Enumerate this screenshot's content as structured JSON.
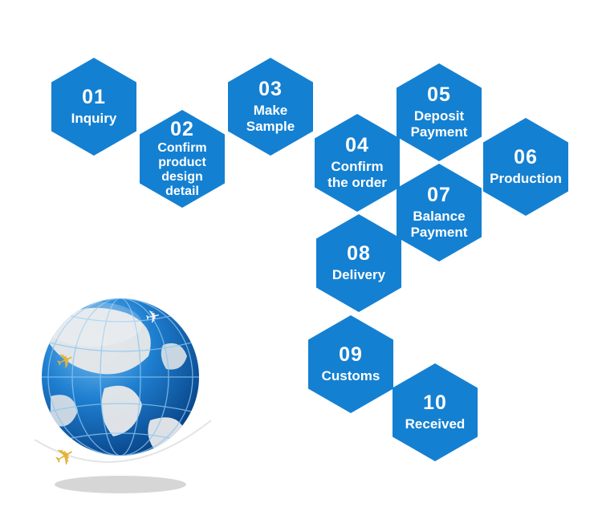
{
  "diagram": {
    "accent_color": "#1480d2",
    "steps": [
      {
        "number": "01",
        "label": "Inquiry"
      },
      {
        "number": "02",
        "label": "Confirm\nproduct\ndesign\ndetail"
      },
      {
        "number": "03",
        "label": "Make\nSample"
      },
      {
        "number": "04",
        "label": "Confirm\nthe order"
      },
      {
        "number": "05",
        "label": "Deposit\nPayment"
      },
      {
        "number": "06",
        "label": "Production"
      },
      {
        "number": "07",
        "label": "Balance\nPayment"
      },
      {
        "number": "08",
        "label": "Delivery"
      },
      {
        "number": "09",
        "label": "Customs"
      },
      {
        "number": "10",
        "label": "Received"
      }
    ],
    "illustration": "globe-with-airplanes"
  }
}
